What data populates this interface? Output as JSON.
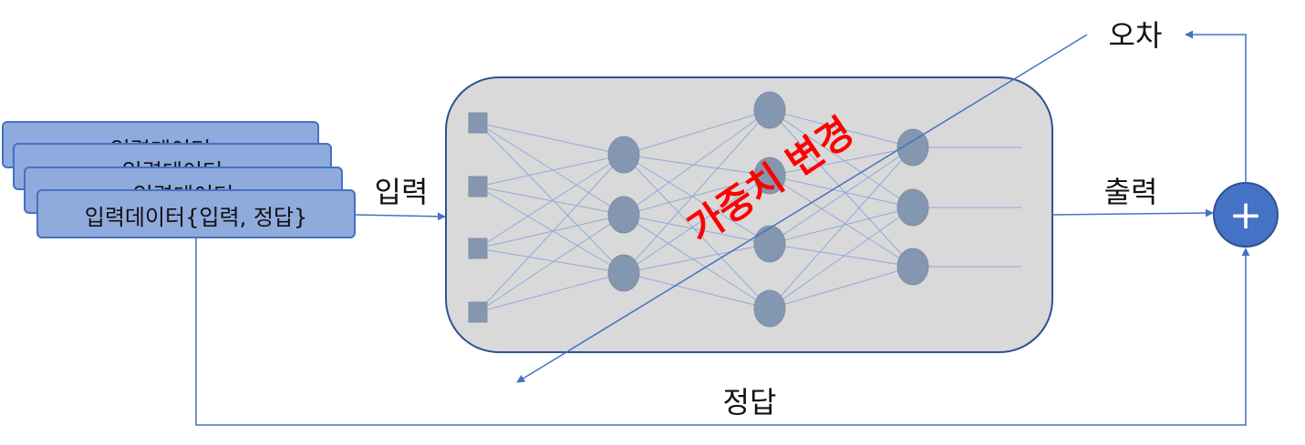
{
  "input_cards": [
    {
      "text": "입력데이터"
    },
    {
      "text": "입력데이터"
    },
    {
      "text": "입력데이터"
    },
    {
      "text": "입력데이터{입력, 정답}"
    }
  ],
  "labels": {
    "input": "입력",
    "output": "출력",
    "error": "오차",
    "answer": "정답",
    "weight_change": "가중치 변경"
  },
  "sum_symbol": "+",
  "network": {
    "layers": [
      4,
      3,
      4,
      3
    ],
    "node_shapes": [
      "square",
      "circle",
      "circle",
      "circle"
    ]
  },
  "colors": {
    "card_fill": "#8faadc",
    "card_border": "#4472c4",
    "box_fill": "#d9d9d9",
    "box_border": "#2f528f",
    "node_fill": "#8497b0",
    "edge": "#8faadc",
    "arrow": "#4472c4",
    "sum_fill": "#4472c4",
    "highlight": "#ff0000"
  }
}
